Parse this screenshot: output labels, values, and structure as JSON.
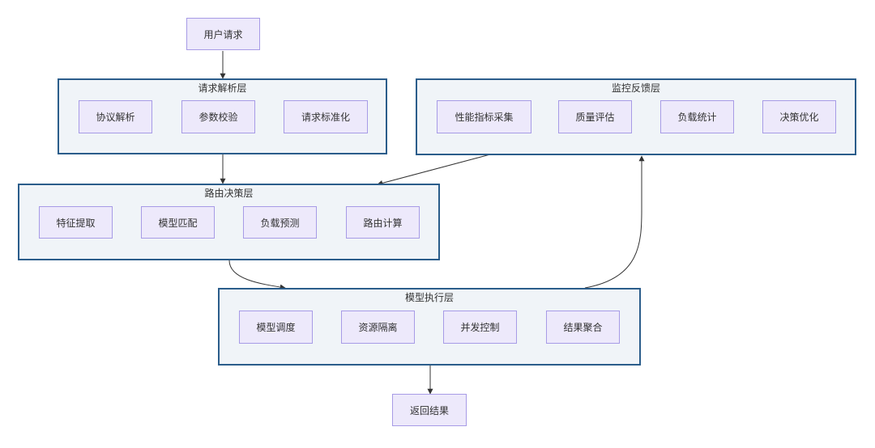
{
  "diagram": {
    "nodes": {
      "user_request": "用户请求",
      "return_result": "返回结果"
    },
    "groups": {
      "request_parsing": {
        "title": "请求解析层",
        "items": [
          "协议解析",
          "参数校验",
          "请求标准化"
        ]
      },
      "monitoring_feedback": {
        "title": "监控反馈层",
        "items": [
          "性能指标采集",
          "质量评估",
          "负载统计",
          "决策优化"
        ]
      },
      "routing_decision": {
        "title": "路由决策层",
        "items": [
          "特征提取",
          "模型匹配",
          "负载预测",
          "路由计算"
        ]
      },
      "model_execution": {
        "title": "模型执行层",
        "items": [
          "模型调度",
          "资源隔离",
          "并发控制",
          "结果聚合"
        ]
      }
    },
    "edges": [
      {
        "from": "user_request",
        "to": "request_parsing"
      },
      {
        "from": "request_parsing",
        "to": "routing_decision"
      },
      {
        "from": "monitoring_feedback",
        "to": "routing_decision"
      },
      {
        "from": "routing_decision",
        "to": "model_execution"
      },
      {
        "from": "model_execution",
        "to": "monitoring_feedback"
      },
      {
        "from": "model_execution",
        "to": "return_result"
      }
    ],
    "colors": {
      "group_fill": "#f0f4f8",
      "group_border": "#2b5d8b",
      "node_fill": "#ede9fb",
      "node_border": "#a79be6",
      "edge": "#333333"
    }
  }
}
